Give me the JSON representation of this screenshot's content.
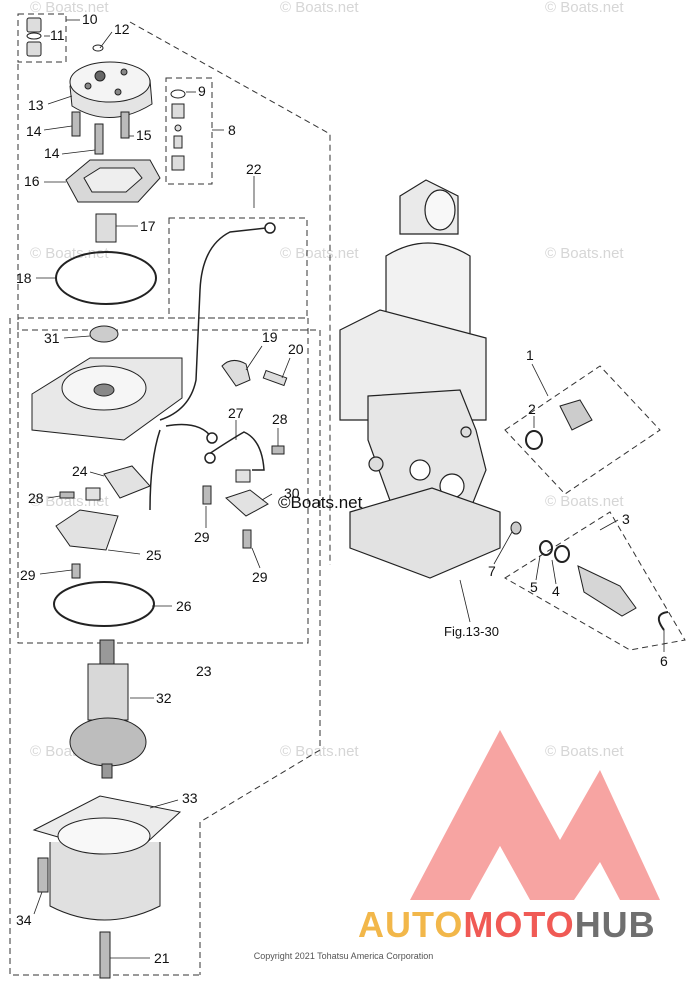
{
  "watermark_text": "© Boats.net",
  "inline_watermark_text": "©Boats.net",
  "figure_reference": "Fig.13-30",
  "copyright": "Copyright 2021 Tohatsu America Corporation",
  "logo": {
    "part1": "AUTO",
    "part2": "MOTO",
    "part3": "HUB"
  },
  "callouts": [
    {
      "id": "c1",
      "label": "1"
    },
    {
      "id": "c2",
      "label": "2"
    },
    {
      "id": "c3",
      "label": "3"
    },
    {
      "id": "c4",
      "label": "4"
    },
    {
      "id": "c5",
      "label": "5"
    },
    {
      "id": "c6",
      "label": "6"
    },
    {
      "id": "c7",
      "label": "7"
    },
    {
      "id": "c8",
      "label": "8"
    },
    {
      "id": "c9",
      "label": "9"
    },
    {
      "id": "c10",
      "label": "10"
    },
    {
      "id": "c11",
      "label": "11"
    },
    {
      "id": "c12",
      "label": "12"
    },
    {
      "id": "c13",
      "label": "13"
    },
    {
      "id": "c14a",
      "label": "14"
    },
    {
      "id": "c14b",
      "label": "14"
    },
    {
      "id": "c15",
      "label": "15"
    },
    {
      "id": "c16",
      "label": "16"
    },
    {
      "id": "c17",
      "label": "17"
    },
    {
      "id": "c18",
      "label": "18"
    },
    {
      "id": "c19",
      "label": "19"
    },
    {
      "id": "c20",
      "label": "20"
    },
    {
      "id": "c21",
      "label": "21"
    },
    {
      "id": "c22",
      "label": "22"
    },
    {
      "id": "c23",
      "label": "23"
    },
    {
      "id": "c24",
      "label": "24"
    },
    {
      "id": "c25",
      "label": "25"
    },
    {
      "id": "c26",
      "label": "26"
    },
    {
      "id": "c27",
      "label": "27"
    },
    {
      "id": "c28a",
      "label": "28"
    },
    {
      "id": "c28b",
      "label": "28"
    },
    {
      "id": "c29a",
      "label": "29"
    },
    {
      "id": "c29b",
      "label": "29"
    },
    {
      "id": "c29c",
      "label": "29"
    },
    {
      "id": "c30",
      "label": "30"
    },
    {
      "id": "c31",
      "label": "31"
    },
    {
      "id": "c32",
      "label": "32"
    },
    {
      "id": "c33",
      "label": "33"
    },
    {
      "id": "c34",
      "label": "34"
    }
  ]
}
